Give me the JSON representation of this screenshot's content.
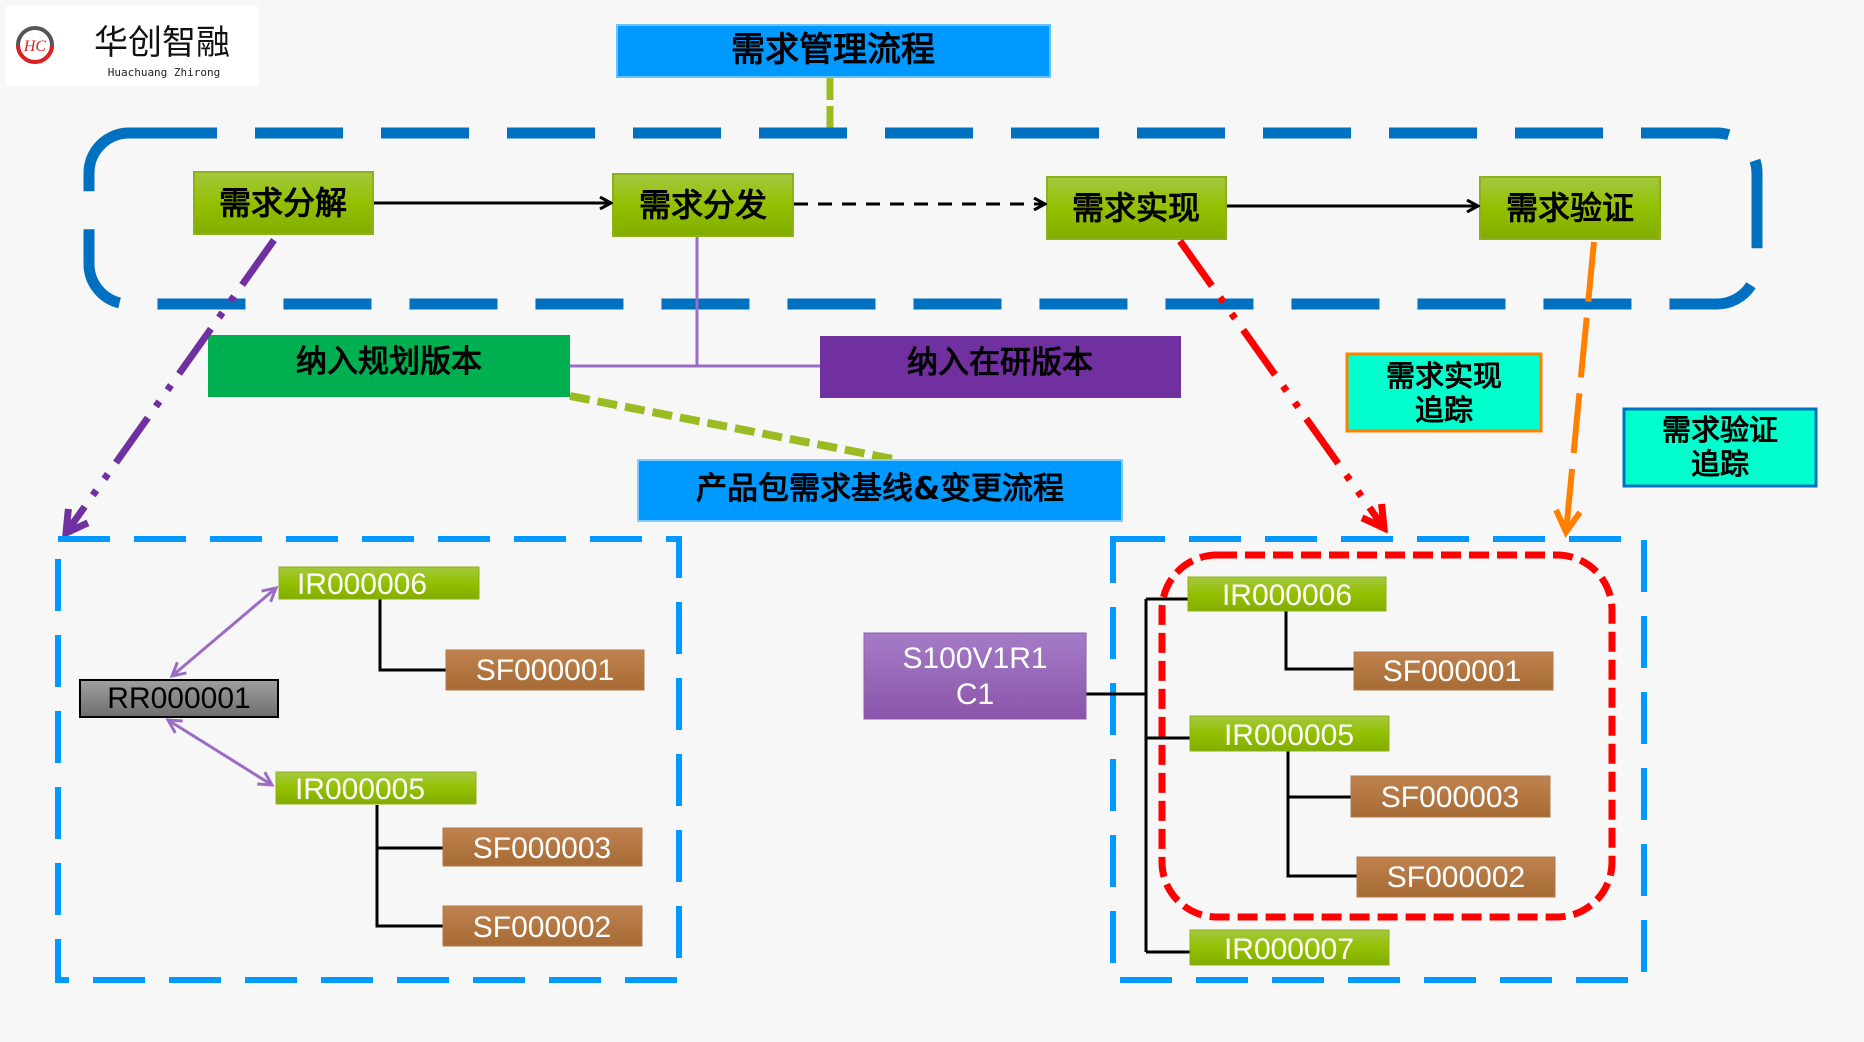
{
  "logo": {
    "name": "华创智融",
    "subtitle": "Huachuang Zhirong",
    "mark": "HC"
  },
  "title": "需求管理流程",
  "flow": {
    "steps": [
      {
        "label": "需求分解"
      },
      {
        "label": "需求分发"
      },
      {
        "label": "需求实现"
      },
      {
        "label": "需求验证"
      }
    ]
  },
  "versions": {
    "planned": "纳入规划版本",
    "in_dev": "纳入在研版本"
  },
  "baseline_process": "产品包需求基线&变更流程",
  "tracking": {
    "implementation": {
      "line1": "需求实现",
      "line2": "追踪"
    },
    "verification": {
      "line1": "需求验证",
      "line2": "追踪"
    }
  },
  "left_tree": {
    "root": "RR000001",
    "ir": [
      {
        "id": "IR000006",
        "sf": [
          "SF000001"
        ]
      },
      {
        "id": "IR000005",
        "sf": [
          "SF000003",
          "SF000002"
        ]
      }
    ]
  },
  "right_tree": {
    "root_line1": "S100V1R1",
    "root_line2": "C1",
    "ir": [
      {
        "id": "IR000006",
        "sf": [
          "SF000001"
        ]
      },
      {
        "id": "IR000005",
        "sf": [
          "SF000003",
          "SF000002"
        ]
      },
      {
        "id": "IR000007",
        "sf": []
      }
    ]
  },
  "colors": {
    "title_bg": "#0099ff",
    "step_green": "#8fbc00",
    "planned_green": "#00b050",
    "in_dev_purple": "#7030a0",
    "tracking_cyan": "#00ffcc",
    "sf_brown": "#b0703c",
    "rr_gray": "#808080",
    "version_purple": "#9060b0",
    "dash_blue_dark": "#0070c0",
    "dash_blue_light": "#0099ff",
    "red": "#ff0000",
    "orange": "#ff8000"
  }
}
